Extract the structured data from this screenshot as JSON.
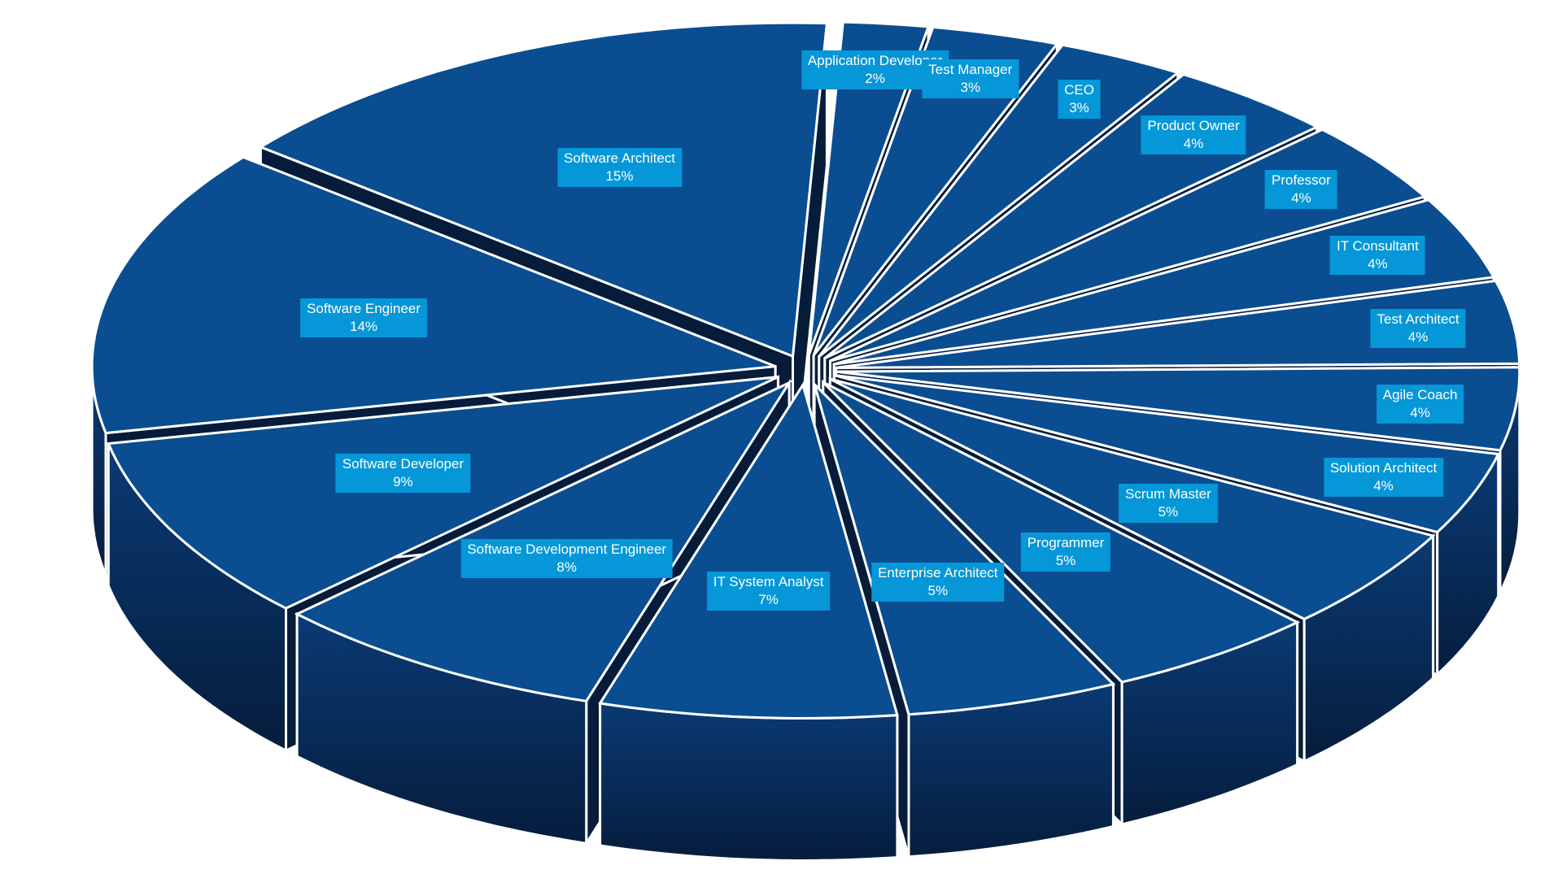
{
  "chart_data": {
    "type": "pie",
    "style": "3d-exploded",
    "colors": {
      "top": "#0a4d91",
      "top_edge": "#0d5aa3",
      "side": "#082a57",
      "side_dark": "#061c3a",
      "outline": "#ffffff",
      "label_bg": "#0597d8",
      "label_text": "#ffffff"
    },
    "slices": [
      {
        "label": "Application Developer",
        "value": 2,
        "value_label": "2%"
      },
      {
        "label": "Test Manager",
        "value": 3,
        "value_label": "3%"
      },
      {
        "label": "CEO",
        "value": 3,
        "value_label": "3%"
      },
      {
        "label": "Product Owner",
        "value": 4,
        "value_label": "4%"
      },
      {
        "label": "Professor",
        "value": 4,
        "value_label": "4%"
      },
      {
        "label": "IT Consultant",
        "value": 4,
        "value_label": "4%"
      },
      {
        "label": "Test Architect",
        "value": 4,
        "value_label": "4%"
      },
      {
        "label": "Agile Coach",
        "value": 4,
        "value_label": "4%"
      },
      {
        "label": "Solution Architect",
        "value": 4,
        "value_label": "4%"
      },
      {
        "label": "Scrum Master",
        "value": 5,
        "value_label": "5%"
      },
      {
        "label": "Programmer",
        "value": 5,
        "value_label": "5%"
      },
      {
        "label": "Enterprise Architect",
        "value": 5,
        "value_label": "5%"
      },
      {
        "label": "IT System Analyst",
        "value": 7,
        "value_label": "7%"
      },
      {
        "label": "Software Development Engineer",
        "value": 8,
        "value_label": "8%"
      },
      {
        "label": "Software Developer",
        "value": 9,
        "value_label": "9%"
      },
      {
        "label": "Software Engineer",
        "value": 14,
        "value_label": "14%"
      },
      {
        "label": "Software Architect",
        "value": 15,
        "value_label": "15%"
      }
    ]
  }
}
